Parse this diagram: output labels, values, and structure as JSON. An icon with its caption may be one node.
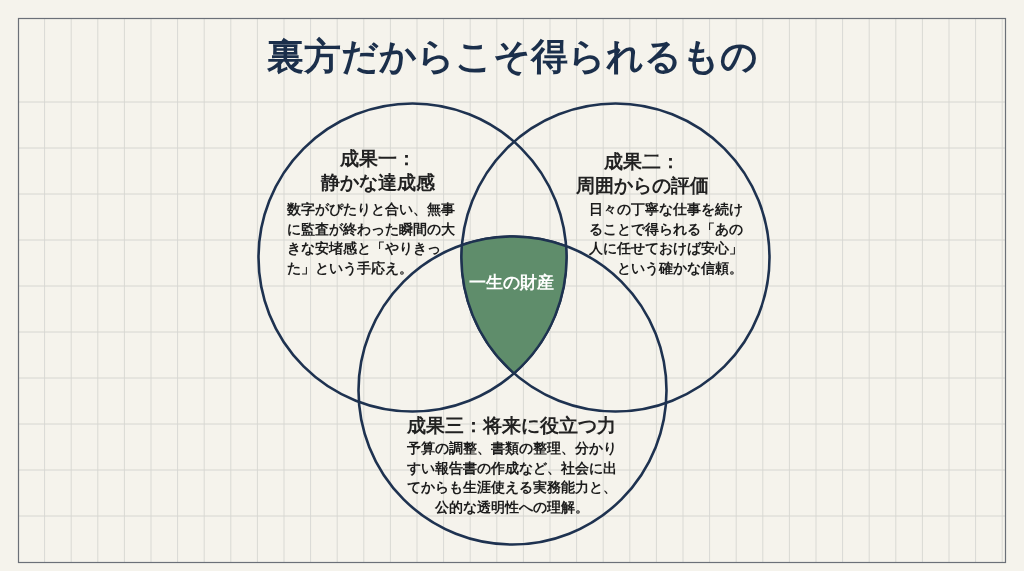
{
  "diagram": {
    "title": "裏方だからこそ得られるもの",
    "nodes": [
      {
        "text": [
          "成果一：静かな達成感",
          "数字がぴたりと合い、無事に監査が終わった瞬間の大きな安堵感と「やりきった」という手応え。"
        ]
      },
      {
        "text": [
          "成果二：周囲からの評価",
          "日々の丁寧な仕事を続けることで得られる「あの人に任せておけば安心」という確かな信頼。"
        ]
      },
      {
        "text": [
          "成果三：将来に役立つ力",
          "予算の調整、書類の整理、分かりすい報告書の作成など、社会に出てからも生涯使える実務能力と、公的な透明性への理解。"
        ]
      },
      {
        "text": [
          "一生の財産"
        ]
      }
    ]
  }
}
